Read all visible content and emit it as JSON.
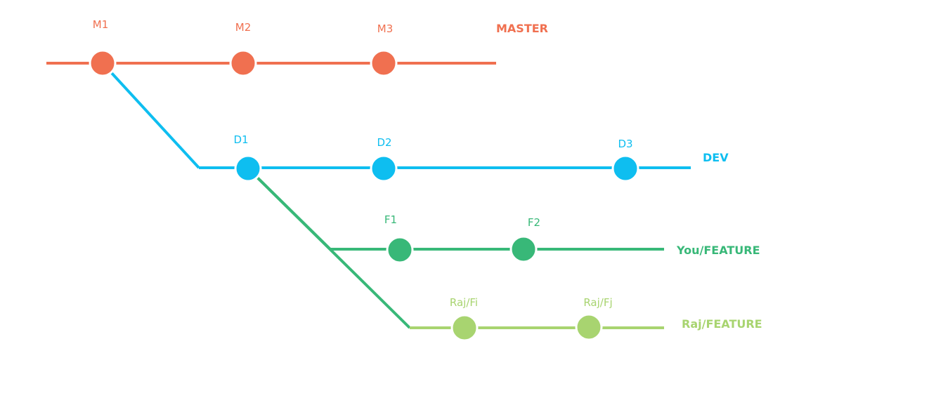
{
  "colors": {
    "master": "#f07050",
    "dev": "#0ebef0",
    "you_feature": "#38b878",
    "raj_feature": "#a8d470",
    "node_outline": "#ffffff"
  },
  "branches": {
    "master": {
      "label": "MASTER"
    },
    "dev": {
      "label": "DEV"
    },
    "you_feature": {
      "label": "You/FEATURE"
    },
    "raj_feature": {
      "label": "Raj/FEATURE"
    }
  },
  "commits": {
    "m1": "M1",
    "m2": "M2",
    "m3": "M3",
    "d1": "D1",
    "d2": "D2",
    "d3": "D3",
    "f1": "F1",
    "f2": "F2",
    "raj_fi": "Raj/Fi",
    "raj_fj": "Raj/Fj"
  }
}
